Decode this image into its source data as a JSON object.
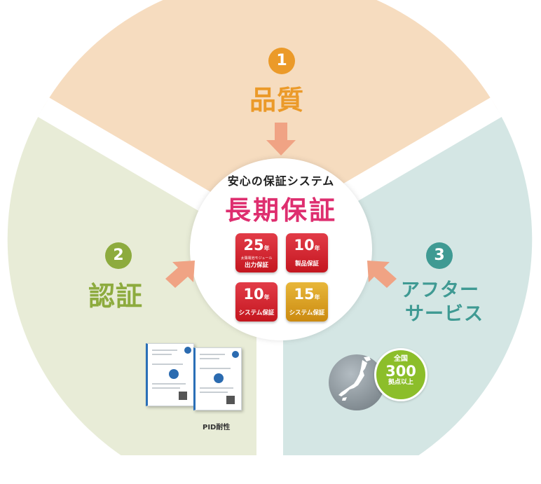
{
  "center": {
    "subtitle": "安心の保証システム",
    "title": "長期保証",
    "badges": [
      {
        "years": "25",
        "unit": "年",
        "small": "太陽電池モジュール",
        "label": "出力保証"
      },
      {
        "years": "10",
        "unit": "年",
        "label": "製品保証"
      },
      {
        "years": "10",
        "unit": "年",
        "label": "システム保証"
      },
      {
        "years": "15",
        "unit": "年",
        "label": "システム保証"
      }
    ]
  },
  "segments": {
    "quality": {
      "number": "1",
      "title": "品質"
    },
    "certification": {
      "number": "2",
      "title": "認証",
      "caption": "PID耐性"
    },
    "aftercare": {
      "number": "3",
      "title_line1": "アフター",
      "title_line2": "サービス",
      "badge": {
        "line1": "全国",
        "count": "300",
        "line2": "拠点以上"
      }
    }
  },
  "colors": {
    "quality_bg": "#f6dcbf",
    "certification_bg": "#e8ecd7",
    "aftercare_bg": "#d4e6e4",
    "quality_accent": "#eb9a29",
    "certification_accent": "#8dab3e",
    "aftercare_accent": "#3f9a93",
    "arrow": "#f0a384",
    "title_pink": "#de2e6f",
    "badge_red": "#d22530",
    "badge_gold": "#dba02a"
  }
}
